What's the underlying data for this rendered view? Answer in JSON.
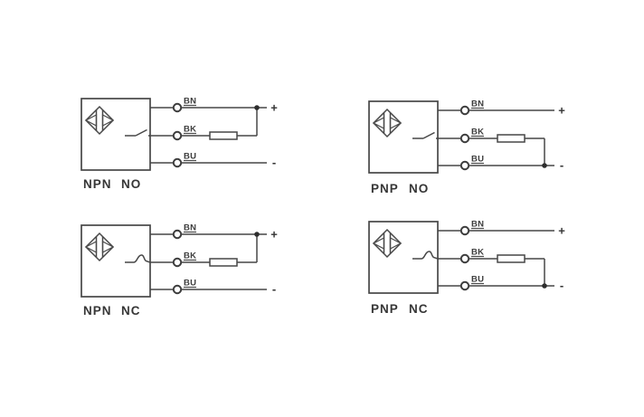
{
  "colors": {
    "background": "#ffffff",
    "line": "#474747",
    "text": "#3a3a3a"
  },
  "diagrams": [
    {
      "id": "npn-no",
      "polarity": "NPN",
      "contact": "NO",
      "wire_labels": {
        "top": "BN",
        "middle": "BK",
        "bottom": "BU"
      },
      "positive_label": "+",
      "negative_label": "-",
      "caption": {
        "left": "NPN",
        "right": "NO"
      }
    },
    {
      "id": "pnp-no",
      "polarity": "PNP",
      "contact": "NO",
      "wire_labels": {
        "top": "BN",
        "middle": "BK",
        "bottom": "BU"
      },
      "positive_label": "+",
      "negative_label": "-",
      "caption": {
        "left": "PNP",
        "right": "NO"
      }
    },
    {
      "id": "npn-nc",
      "polarity": "NPN",
      "contact": "NC",
      "wire_labels": {
        "top": "BN",
        "middle": "BK",
        "bottom": "BU"
      },
      "positive_label": "+",
      "negative_label": "-",
      "caption": {
        "left": "NPN",
        "right": "NC"
      }
    },
    {
      "id": "pnp-nc",
      "polarity": "PNP",
      "contact": "NC",
      "wire_labels": {
        "top": "BN",
        "middle": "BK",
        "bottom": "BU"
      },
      "positive_label": "+",
      "negative_label": "-",
      "caption": {
        "left": "PNP",
        "right": "NC"
      }
    }
  ]
}
